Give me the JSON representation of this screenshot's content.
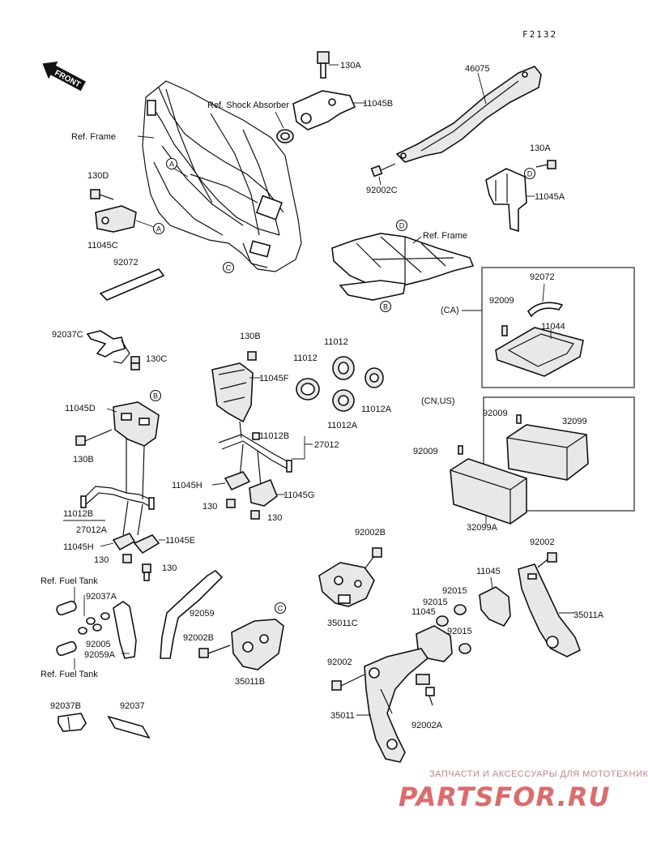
{
  "figure_code": "F2132",
  "front_label": "FRONT",
  "labels": {
    "ref_shock_absorber": "Ref. Shock Absorber",
    "ref_frame_1": "Ref. Frame",
    "ref_frame_2": "Ref. Frame",
    "ref_fuel_tank_1": "Ref. Fuel Tank",
    "ref_fuel_tank_2": "Ref. Fuel Tank",
    "p130A_1": "130A",
    "p11045B": "11045B",
    "p46075": "46075",
    "p130A_2": "130A",
    "p92002C": "92002C",
    "p11045A": "11045A",
    "p130D": "130D",
    "p11045C": "11045C",
    "p92072_1": "92072",
    "p92072_2": "92072",
    "ca": "(CA)",
    "p92009_1": "92009",
    "p11044": "11044",
    "p92037C": "92037C",
    "p130C": "130C",
    "p130B_1": "130B",
    "p11045F": "11045F",
    "p11012_1": "11012",
    "p11012_2": "11012",
    "p11012A_1": "11012A",
    "p11012A_2": "11012A",
    "p11045D": "11045D",
    "p130B_2": "130B",
    "p11012B_1": "11012B",
    "p27012_1": "27012",
    "cn_us": "(CN,US)",
    "p92009_2": "92009",
    "p32099": "32099",
    "p92009_3": "92009",
    "p32099A": "32099A",
    "p11045H_1": "11045H",
    "p11045G": "11045G",
    "p130_1": "130",
    "p130_2": "130",
    "p11012B_2": "11012B",
    "p27012A": "27012A",
    "p11045H_2": "11045H",
    "p11045E": "11045E",
    "p130_3": "130",
    "p130_4": "130",
    "p92002B": "92002B",
    "p92002_1": "92002",
    "p35011C": "35011C",
    "p11045_1": "11045",
    "p92015_1": "92015",
    "p35011A": "35011A",
    "p92037A": "92037A",
    "p92059": "92059",
    "p92015_2": "92015",
    "p11045_2": "11045",
    "p92015_3": "92015",
    "p92005": "92005",
    "p92002B_2": "92002B",
    "p92059A": "92059A",
    "p35011B": "35011B",
    "p92002_2": "92002",
    "p35011": "35011",
    "p92002A": "92002A",
    "p92037B": "92037B",
    "p92037": "92037"
  },
  "callouts": {
    "a1": "A",
    "a2": "A",
    "b1": "B",
    "b2": "B",
    "c1": "C",
    "c2": "C",
    "d1": "D",
    "d2": "D"
  },
  "watermark": {
    "tagline": "ЗАПЧАСТИ И АКСЕССУАРЫ ДЛЯ МОТОТЕХНИКИ",
    "site": "PARTSFOR.RU",
    "color": "#e06a6a"
  }
}
